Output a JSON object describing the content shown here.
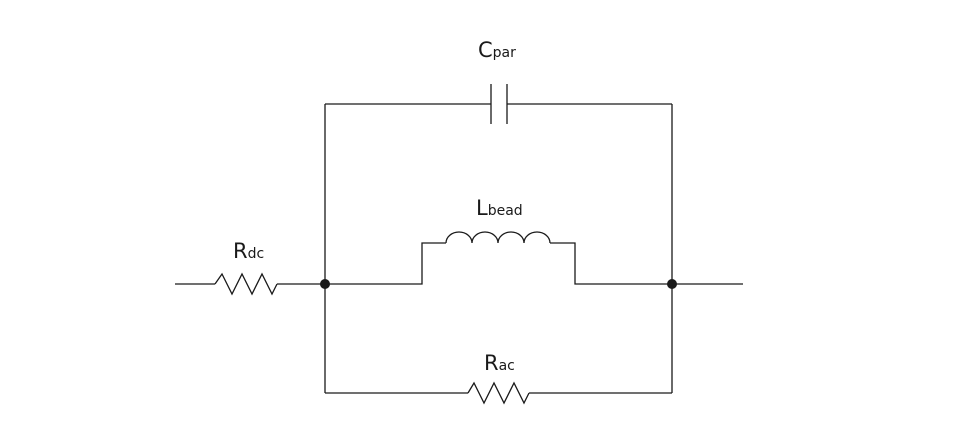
{
  "diagram": {
    "components": {
      "r_dc": {
        "symbol": "R",
        "subscript": "dc"
      },
      "c_par": {
        "symbol": "C",
        "subscript": "par"
      },
      "l_bead": {
        "symbol": "L",
        "subscript": "bead"
      },
      "r_ac": {
        "symbol": "R",
        "subscript": "ac"
      }
    },
    "colors": {
      "line": "#1a1a1a",
      "background": "#ffffff"
    }
  }
}
